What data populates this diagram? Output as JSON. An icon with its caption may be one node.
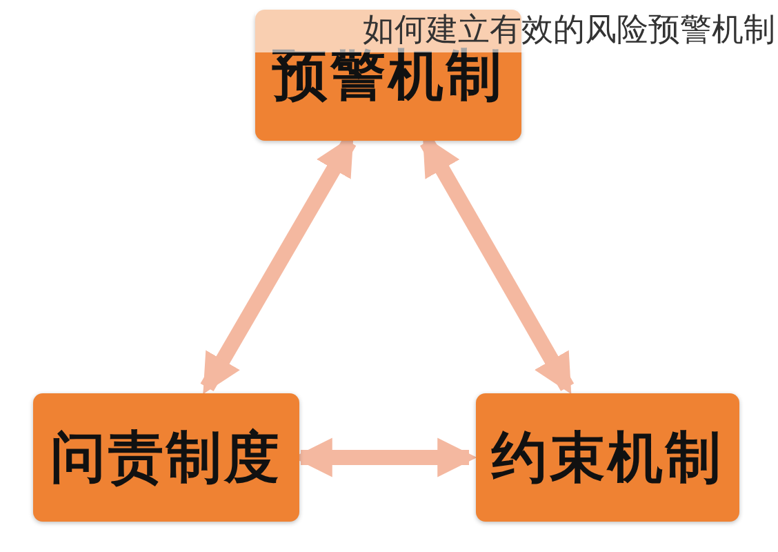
{
  "diagram": {
    "title": "如何建立有效的风险预警机制",
    "nodes": [
      {
        "text": [
          "预警机制"
        ]
      },
      {
        "text": [
          "问责制度"
        ]
      },
      {
        "text": [
          "约束机制"
        ]
      }
    ],
    "edges": [
      {
        "from": 0,
        "to": 1,
        "arrow": "both"
      },
      {
        "from": 0,
        "to": 2,
        "arrow": "both"
      },
      {
        "from": 1,
        "to": 2,
        "arrow": "both"
      }
    ]
  }
}
